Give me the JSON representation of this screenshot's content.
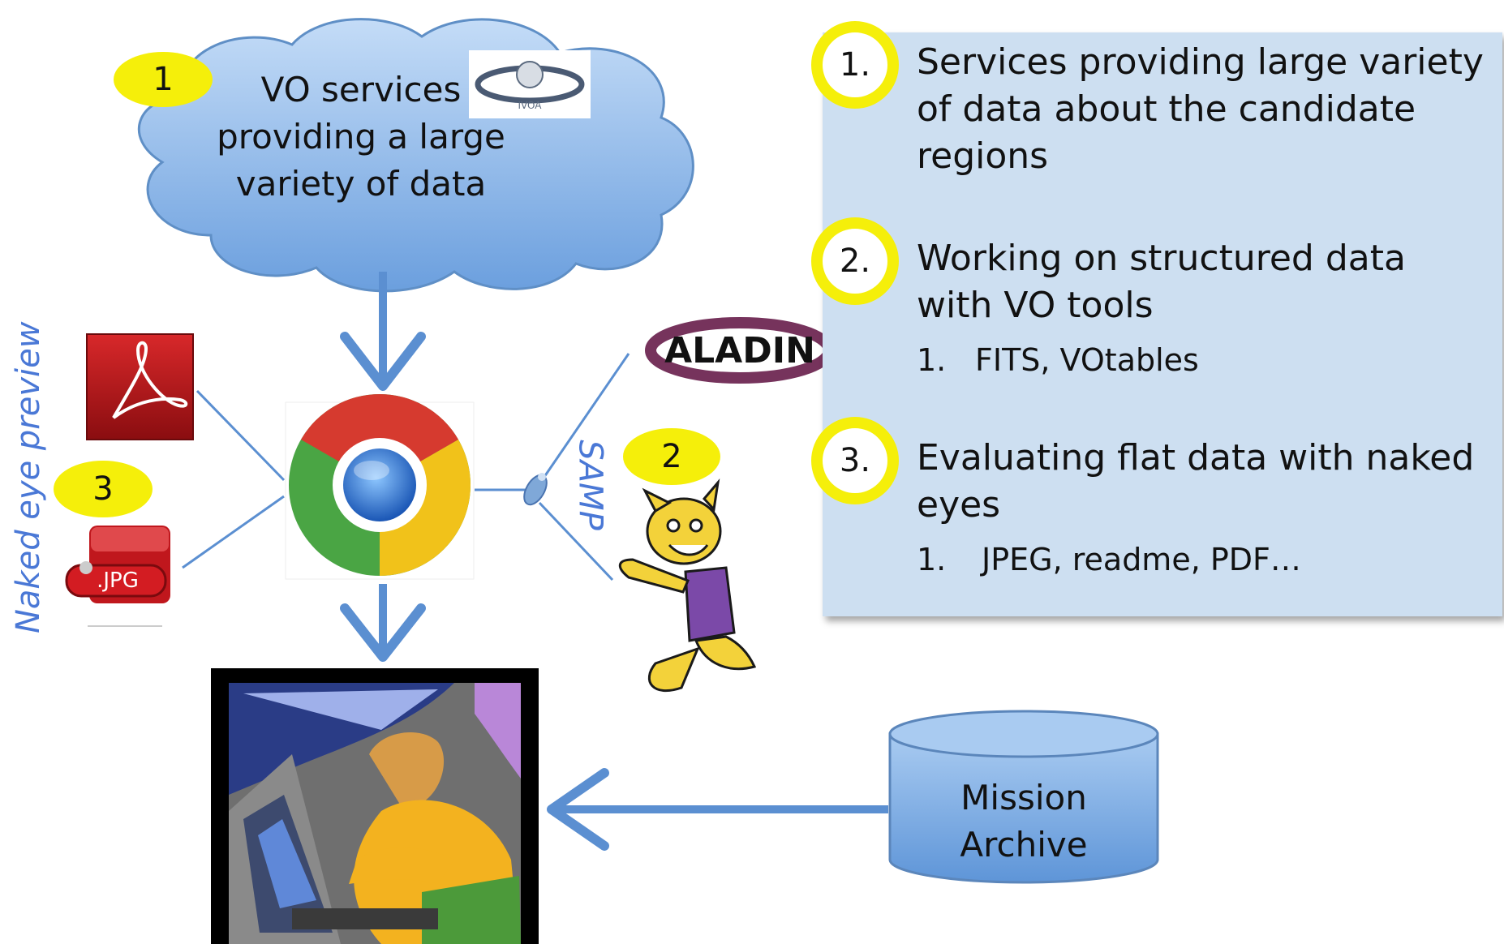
{
  "cloud": {
    "badge": "1",
    "text_lines": [
      "VO services",
      "providing a large",
      "variety of data"
    ]
  },
  "archive": {
    "text_lines": [
      "Mission",
      "Archive"
    ]
  },
  "jpg_icon_label": ".JPG",
  "badges": {
    "samp": "2",
    "naked_eye": "3"
  },
  "samp_label": "SAMP",
  "naked_eye_label": "Naked eye preview",
  "aladin_label": "ALADIN",
  "panel": {
    "items": [
      {
        "num": "1.",
        "lines": [
          "Services providing large variety",
          "of data about the candidate",
          "regions"
        ],
        "sub": []
      },
      {
        "num": "2.",
        "lines": [
          "Working on structured data",
          "with VO tools"
        ],
        "sub": [
          {
            "num": "1.",
            "text": "FITS, VOtables"
          }
        ]
      },
      {
        "num": "3.",
        "lines": [
          "Evaluating flat data with naked",
          "eyes"
        ],
        "sub": [
          {
            "num": "1.",
            "text": "JPEG, readme, PDF…"
          }
        ]
      }
    ]
  },
  "colors": {
    "arrow": "#5b8fd1",
    "badge": "#f5ef0a",
    "panel": "#cddff1",
    "cloud": "#7aaee8"
  }
}
